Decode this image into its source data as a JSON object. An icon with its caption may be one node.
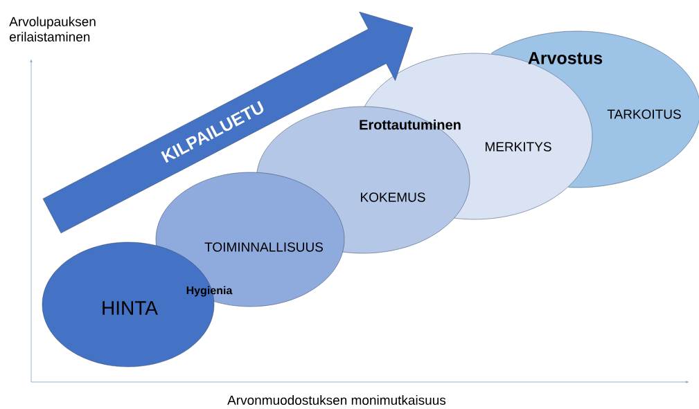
{
  "diagram": {
    "nodes": [
      {
        "text": [
          "HINTA"
        ]
      },
      {
        "text": [
          "TOIMINNALLISUUS"
        ]
      },
      {
        "text": [
          "KOKEMUS"
        ]
      },
      {
        "text": [
          "MERKITYS"
        ]
      },
      {
        "text": [
          "TARKOITUS"
        ]
      },
      {
        "text": [
          "KILPAILUETU"
        ]
      }
    ],
    "labels": [
      "Arvolupauksen erilaistaminen",
      "Arvostus",
      "Erottautuminen",
      "Hygienia",
      "Arvonmuodostuksen monimutkaisuus"
    ]
  }
}
